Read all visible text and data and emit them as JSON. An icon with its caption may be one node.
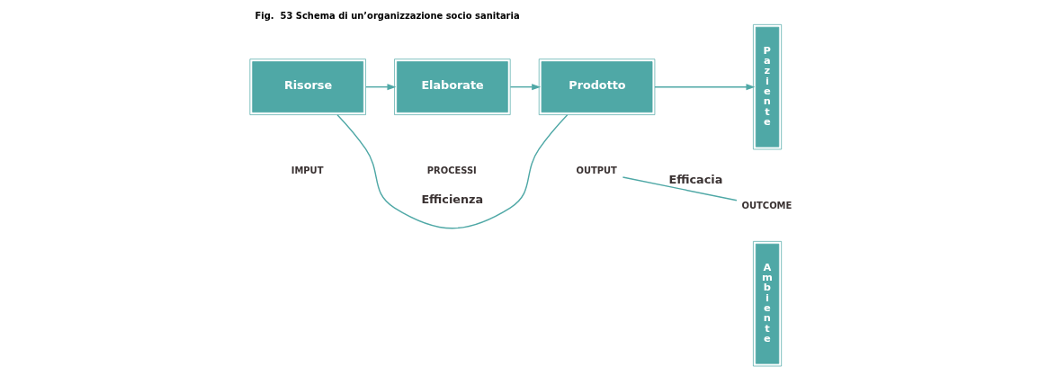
{
  "diagram": {
    "title": "Fig.  53 Schema di un’organizzazione socio sanitaria",
    "nodes": [
      {
        "text": [
          "Risorse"
        ]
      },
      {
        "text": [
          "Elaborate"
        ]
      },
      {
        "text": [
          "Prodotto"
        ]
      },
      {
        "text": [
          "Paziente"
        ]
      },
      {
        "text": [
          "Ambiente"
        ]
      },
      {
        "text": [
          "IMPUT"
        ]
      },
      {
        "text": [
          "PROCESSI"
        ]
      },
      {
        "text": [
          "OUTPUT"
        ]
      },
      {
        "text": [
          "OUTCOME"
        ]
      }
    ],
    "edges": [
      {
        "from": 0,
        "to": 1,
        "arrow": "to"
      },
      {
        "from": 1,
        "to": 2,
        "arrow": "to"
      },
      {
        "from": 2,
        "to": 3,
        "arrow": "to"
      },
      {
        "from": 0,
        "to": 2,
        "arrow": "none",
        "label": "Efficienza"
      },
      {
        "from": 7,
        "to": 8,
        "arrow": "none",
        "label": "Efficacia"
      }
    ]
  }
}
